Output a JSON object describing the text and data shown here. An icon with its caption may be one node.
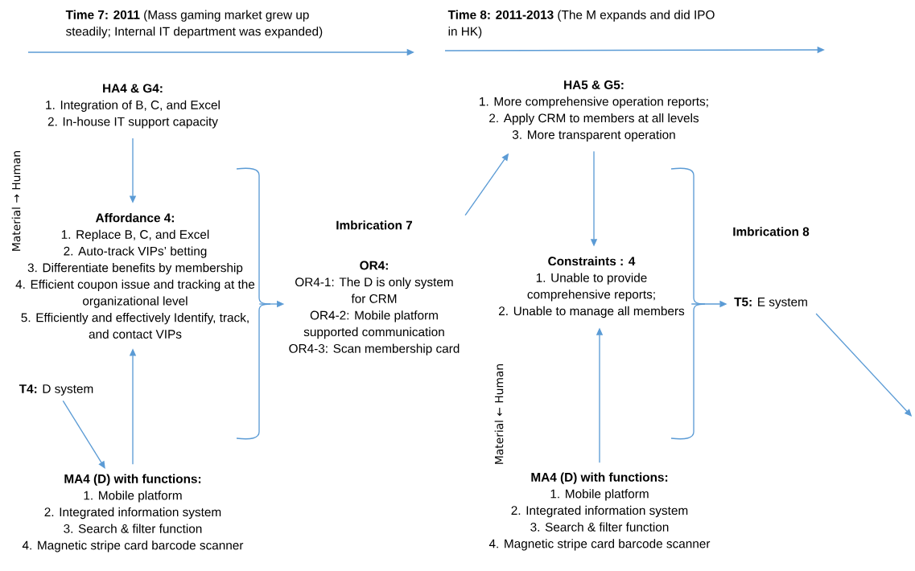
{
  "diagram": {
    "nodes": [
      {
        "text": [
          "HA4 & G4:",
          "1. Integration of B, C, and Excel",
          "2. In-house IT support capacity"
        ]
      },
      {
        "text": [
          "Affordance 4:",
          "1. Replace B, C, and Excel",
          "2. Auto-track VIPs’ betting",
          "3. Differentiate benefits by membership",
          "4. Efficient coupon issue and tracking at the organizational level",
          "5. Efficiently and effectively Identify, track, and contact VIPs"
        ]
      },
      {
        "text": [
          "**T4:** D system"
        ]
      },
      {
        "text": [
          "MA4 (D) with functions:",
          "1. Mobile platform",
          "2. Integrated information system",
          "3. Search & filter function",
          "4. Magnetic stripe card barcode scanner"
        ]
      },
      {
        "text": [
          "Imbrication 7",
          "OR4:",
          "OR4-1: The D is only system for CRM",
          "OR4-2: Mobile platform supported communication",
          "OR4-3: Scan membership card"
        ]
      },
      {
        "text": [
          "HA5 & G5:",
          "1. More comprehensive operation reports;",
          "2. Apply CRM to members at all levels",
          "3. More transparent operation"
        ]
      },
      {
        "text": [
          "Constraints : 4",
          "1. Unable to provide comprehensive reports;",
          "2. Unable to manage all members"
        ]
      },
      {
        "text": [
          "MA4 (D) with functions:",
          "1. Mobile platform",
          "2. Integrated information system",
          "3. Search & filter function",
          "4. Magnetic stripe card barcode scanner"
        ]
      },
      {
        "text": [
          "Imbrication 8",
          "**T5:** E system"
        ]
      }
    ],
    "edges": [
      {
        "from": 0,
        "to": 1,
        "arrow": "to"
      },
      {
        "from": 2,
        "to": 3,
        "arrow": "to"
      },
      {
        "from": 3,
        "to": 1,
        "arrow": "to"
      },
      {
        "from": 1,
        "to": 4,
        "arrow": "to"
      },
      {
        "from": 4,
        "to": 5,
        "arrow": "to"
      },
      {
        "from": 5,
        "to": 6,
        "arrow": "to"
      },
      {
        "from": 7,
        "to": 6,
        "arrow": "to"
      },
      {
        "from": 6,
        "to": 8,
        "arrow": "to"
      },
      {
        "from": 8,
        "to": null,
        "arrow": "to"
      }
    ],
    "labels": [
      "**Time 7: 2011** (Mass gaming market grew up steadily; Internal IT department was expanded)",
      "**Time 8: 2011-2013** (The M expands and did IPO in HK)",
      "Material → Human",
      "Material ← Human"
    ]
  }
}
